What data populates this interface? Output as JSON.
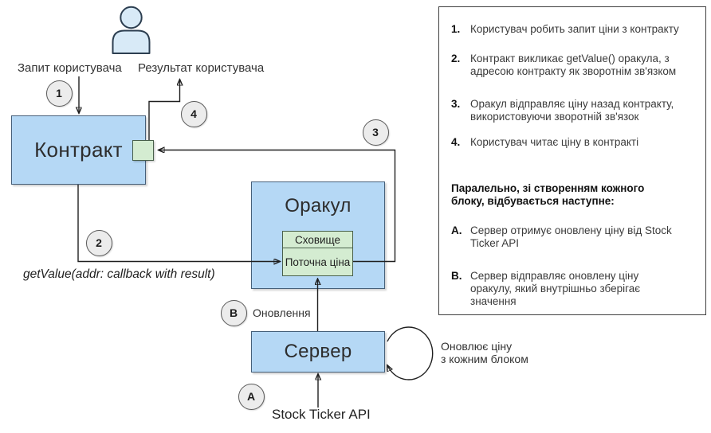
{
  "diagram": {
    "nodes": {
      "contract": "Контракт",
      "oracle": "Оракул",
      "storage": "Сховище",
      "current_price": "Поточна ціна",
      "server": "Сервер"
    },
    "labels": {
      "user_request": "Запит користувача",
      "user_result": "Результат користувача",
      "getvalue": "getValue(addr: callback with result)",
      "stock_ticker": "Stock Ticker API",
      "update": "Оновлення",
      "update_loop": [
        "Оновлює ціну",
        "з кожним блоком"
      ]
    },
    "badges": {
      "b1": "1",
      "b2": "2",
      "b3": "3",
      "b4": "4",
      "bA": "A",
      "bB": "B"
    }
  },
  "legend": {
    "numbered_steps": [
      {
        "num": "1.",
        "text": "Користувач робить запит ціни з контракту"
      },
      {
        "num": "2.",
        "text": "Контракт викликає getValue() оракула, з адресою контракту як зворотнім зв'язком"
      },
      {
        "num": "3.",
        "text": "Оракул відправляє ціну назад контракту, використовуючи зворотній зв'язок"
      },
      {
        "num": "4.",
        "text": "Користувач читає ціну в контракті"
      }
    ],
    "parallel_heading": "Паралельно, зі створенням кожного блоку, відбувається наступне:",
    "lettered_steps": [
      {
        "num": "A.",
        "text": "Сервер отримує оновлену ціну від Stock Ticker API"
      },
      {
        "num": "B.",
        "text": "Сервер відправляє оновлену ціну оракулу, який внутрішньо зберігає значення"
      }
    ]
  },
  "colors": {
    "node_blue": "#b5d8f5",
    "node_blue_border": "#46607a",
    "node_green": "#d4ecd1",
    "node_green_border": "#49604b",
    "badge_gray": "#ececec",
    "line": "#1f1f1f"
  }
}
